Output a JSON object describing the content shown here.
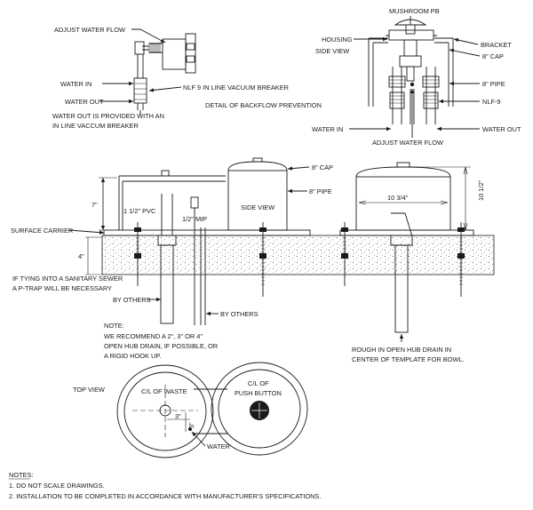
{
  "backflow_detail": {
    "adjust_water_flow": "ADJUST WATER FLOW",
    "water_in": "WATER IN",
    "water_out": "WATER OUT",
    "nlf9_vacuum_breaker": "NLF 9 IN LINE VACUUM BREAKER",
    "detail_title": "DETAIL OF BACKFLOW PREVENTION",
    "water_out_note_line1": "WATER OUT IS PROVIDED WITH AN",
    "water_out_note_line2": "IN LINE VACCUM BREAKER"
  },
  "side_view_detail": {
    "mushroom_pb": "MUSHROOM PB",
    "housing": "HOUSING",
    "side_view": "SIDE VIEW",
    "bracket": "BRACKET",
    "cap_8": "8\" CAP",
    "pipe_8": "8\" PIPE",
    "nlf9": "NLF-9",
    "water_in": "WATER IN",
    "water_out": "WATER OUT",
    "adjust_water_flow": "ADJUST WATER FLOW"
  },
  "elevation": {
    "cap_8": "8\" CAP",
    "pipe_8": "8\" PIPE",
    "side_view": "SIDE VIEW",
    "pvc": "1 1/2\" PVC",
    "mip": "1/2\" MIP",
    "dim_7": "7\"",
    "dim_4": "4\"",
    "dim_10_3_4": "10 3/4\"",
    "dim_10_1_2": "10 1/2\"",
    "surface_carrier": "SURFACE CARRIER",
    "ptrap_line1": "IF TYING INTO A SANITARY SEWER",
    "ptrap_line2": "A P-TRAP WILL BE NECESSARY",
    "by_others_1": "BY OTHERS",
    "by_others_2": "BY OTHERS",
    "note_title": "NOTE:",
    "note_line1": "WE RECOMMEND A 2\", 3\" OR 4\"",
    "note_line2": "OPEN HUB DRAIN, IF POSSIBLE, OR",
    "note_line3": "A RIGID HOOK UP.",
    "rough_in_line1": "ROUGH IN OPEN HUB DRAIN IN",
    "rough_in_line2": "CENTER OF TEMPLATE FOR BOWL."
  },
  "top_view": {
    "title": "TOP VIEW",
    "cl_waste": "C/L OF WASTE",
    "cl_of": "C/L OF",
    "push_button": "PUSH BUTTON",
    "dim_3_h": "3\"",
    "dim_3_v": "3\"",
    "water": "WATER"
  },
  "notes": {
    "title": "NOTES:",
    "items": [
      "1.  DO NOT SCALE DRAWINGS.",
      "2.  INSTALLATION TO BE COMPLETED IN ACCORDANCE WITH MANUFACTURER'S SPECIFICATIONS."
    ]
  }
}
